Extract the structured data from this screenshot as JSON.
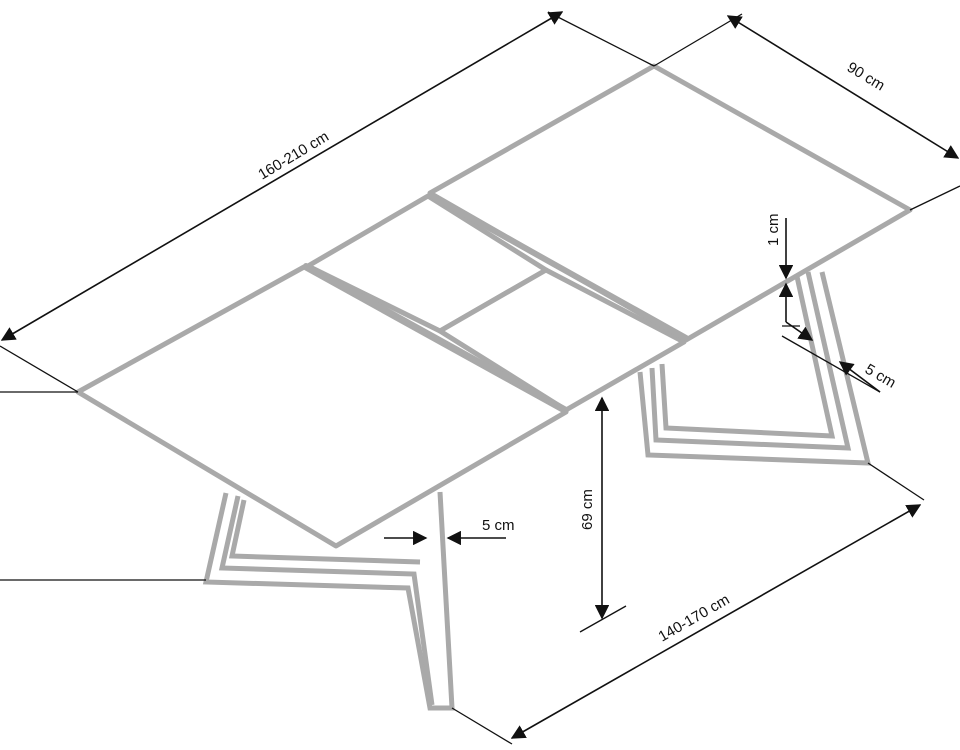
{
  "dimensions": {
    "length": "160-210 cm",
    "width": "90 cm",
    "top_thickness": "1 cm",
    "frame_edge": "5 cm",
    "leg_width": "5 cm",
    "height": "69 cm",
    "base_length": "140-170 cm"
  },
  "colors": {
    "frame": "#a9a9a9",
    "lines": "#111111",
    "background": "#ffffff"
  }
}
